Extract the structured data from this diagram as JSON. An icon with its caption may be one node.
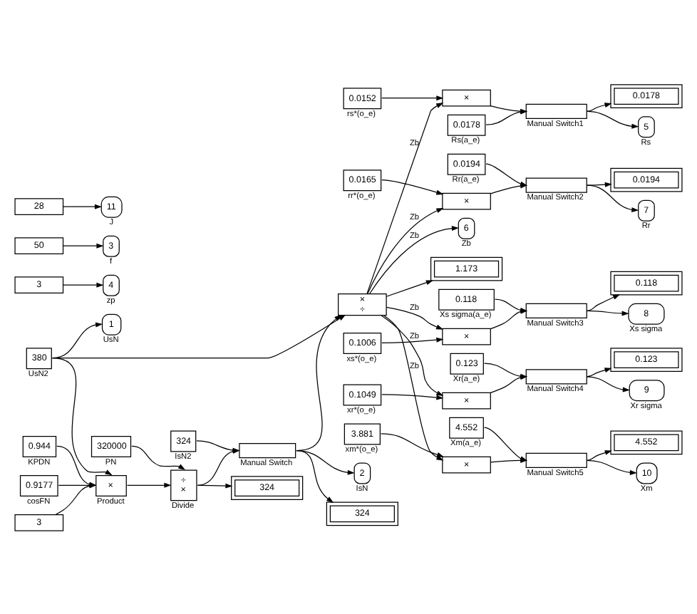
{
  "diagram": {
    "nodes": [
      {
        "text": [
          "380"
        ],
        "beside": [
          "UsN2"
        ]
      },
      {
        "text": [
          "3"
        ]
      },
      {
        "text": [
          "324"
        ],
        "beside": [
          "IsN2"
        ]
      },
      {
        "text": [],
        "shape": "switch",
        "beside": [
          "Manual Switch"
        ]
      },
      {
        "text": [
          "1"
        ],
        "beside": [
          "UsN"
        ]
      },
      {
        "text": [
          "0.944"
        ],
        "beside": [
          "KPDN"
        ]
      },
      {
        "text": [
          "×"
        ],
        "beside": [
          "Product"
        ]
      },
      {
        "text": [
          "÷",
          "×"
        ],
        "beside": [
          "Divide"
        ]
      },
      {
        "text": [
          "×",
          "÷"
        ]
      },
      {
        "text": [
          "324"
        ]
      },
      {
        "text": [
          "2"
        ],
        "beside": [
          "IsN"
        ]
      },
      {
        "text": [
          "0.9177"
        ],
        "beside": [
          "cosFN"
        ]
      },
      {
        "text": [
          "320000"
        ],
        "beside": [
          "PN"
        ]
      },
      {
        "text": [
          "324"
        ]
      },
      {
        "text": [
          "6"
        ],
        "beside": [
          "Zb"
        ]
      },
      {
        "text": [
          "3"
        ]
      },
      {
        "text": [
          "4"
        ],
        "beside": [
          "zp"
        ]
      },
      {
        "text": [
          "1.173"
        ]
      },
      {
        "text": [
          "0.0178"
        ],
        "beside": [
          "Rs(a_e)"
        ]
      },
      {
        "text": [
          "0.0152"
        ],
        "beside": [
          "rs*(o_e)"
        ]
      },
      {
        "text": [
          "×"
        ]
      },
      {
        "text": [],
        "shape": "switch",
        "beside": [
          "Manual Switch1"
        ]
      },
      {
        "text": [
          "0.0178"
        ]
      },
      {
        "text": [
          "5"
        ],
        "beside": [
          "Rs"
        ]
      },
      {
        "text": [
          "0.0194"
        ],
        "beside": [
          "Rr(a_e)"
        ]
      },
      {
        "text": [
          "0.0165"
        ],
        "beside": [
          "rr*(o_e)"
        ]
      },
      {
        "text": [
          "×"
        ]
      },
      {
        "text": [],
        "shape": "switch",
        "beside": [
          "Manual Switch2"
        ]
      },
      {
        "text": [
          "0.0194"
        ]
      },
      {
        "text": [
          "7"
        ],
        "beside": [
          "Rr"
        ]
      },
      {
        "text": [
          "0.118"
        ],
        "beside": [
          "Xs sigma(a_e)"
        ]
      },
      {
        "text": [
          "0.1006"
        ],
        "beside": [
          "xs*(o_e)"
        ]
      },
      {
        "text": [
          "×"
        ]
      },
      {
        "text": [],
        "shape": "switch",
        "beside": [
          "Manual Switch3"
        ]
      },
      {
        "text": [
          "0.118"
        ]
      },
      {
        "text": [
          "8"
        ],
        "beside": [
          "Xs sigma"
        ]
      },
      {
        "text": [
          "0.123"
        ],
        "beside": [
          "Xr(a_e)"
        ]
      },
      {
        "text": [
          "0.1049"
        ],
        "beside": [
          "xr*(o_e)"
        ]
      },
      {
        "text": [
          "×"
        ]
      },
      {
        "text": [],
        "shape": "switch",
        "beside": [
          "Manual Switch4"
        ]
      },
      {
        "text": [
          "0.123"
        ]
      },
      {
        "text": [
          "9"
        ],
        "beside": [
          "Xr sigma"
        ]
      },
      {
        "text": [
          "4.552"
        ],
        "beside": [
          "Xm(a_e)"
        ]
      },
      {
        "text": [
          "3.881"
        ],
        "beside": [
          "xm*(o_e)"
        ]
      },
      {
        "text": [
          "×"
        ]
      },
      {
        "text": [],
        "shape": "switch",
        "beside": [
          "Manual Switch5"
        ]
      },
      {
        "text": [
          "4.552"
        ]
      },
      {
        "text": [
          "10"
        ],
        "beside": [
          "Xm"
        ]
      },
      {
        "text": [
          "50"
        ]
      },
      {
        "text": [
          "3"
        ],
        "beside": [
          "f"
        ]
      },
      {
        "text": [
          "28"
        ]
      },
      {
        "text": [
          "11"
        ],
        "beside": [
          "J"
        ]
      }
    ],
    "edges": [
      {
        "from": 0,
        "to": 6,
        "arrow": "to"
      },
      {
        "from": 0,
        "to": 8,
        "arrow": "to"
      },
      {
        "from": 0,
        "to": 4,
        "arrow": "to"
      },
      {
        "from": 1,
        "to": 6,
        "arrow": "to"
      },
      {
        "from": 5,
        "to": 6,
        "arrow": "to"
      },
      {
        "from": 11,
        "to": 6,
        "arrow": "to"
      },
      {
        "from": 6,
        "to": 7,
        "arrow": "to"
      },
      {
        "from": 12,
        "to": 7,
        "arrow": "to"
      },
      {
        "from": 7,
        "to": 13,
        "arrow": "to"
      },
      {
        "from": 2,
        "to": 3,
        "arrow": "to"
      },
      {
        "from": 7,
        "to": 3,
        "arrow": "to"
      },
      {
        "from": 3,
        "to": 10,
        "arrow": "to"
      },
      {
        "from": 3,
        "to": 9,
        "arrow": "to"
      },
      {
        "from": 3,
        "to": 8,
        "arrow": "to"
      },
      {
        "from": 8,
        "to": 14,
        "arrow": "to",
        "label": "Zb"
      },
      {
        "from": 8,
        "to": 17,
        "arrow": "to"
      },
      {
        "from": 15,
        "to": 16,
        "arrow": "to"
      },
      {
        "from": 8,
        "to": 20,
        "arrow": "to",
        "label": "Zb"
      },
      {
        "from": 19,
        "to": 20,
        "arrow": "to"
      },
      {
        "from": 18,
        "to": 21,
        "arrow": "to"
      },
      {
        "from": 20,
        "to": 21,
        "arrow": "to"
      },
      {
        "from": 21,
        "to": 23,
        "arrow": "to"
      },
      {
        "from": 21,
        "to": 22,
        "arrow": "to"
      },
      {
        "from": 8,
        "to": 26,
        "arrow": "to",
        "label": "Zb"
      },
      {
        "from": 25,
        "to": 26,
        "arrow": "to"
      },
      {
        "from": 24,
        "to": 27,
        "arrow": "to"
      },
      {
        "from": 26,
        "to": 27,
        "arrow": "to"
      },
      {
        "from": 27,
        "to": 29,
        "arrow": "to"
      },
      {
        "from": 27,
        "to": 28,
        "arrow": "to"
      },
      {
        "from": 8,
        "to": 32,
        "arrow": "to",
        "label": "Zb"
      },
      {
        "from": 31,
        "to": 32,
        "arrow": "to"
      },
      {
        "from": 30,
        "to": 33,
        "arrow": "to"
      },
      {
        "from": 32,
        "to": 33,
        "arrow": "to"
      },
      {
        "from": 33,
        "to": 35,
        "arrow": "to"
      },
      {
        "from": 33,
        "to": 34,
        "arrow": "to"
      },
      {
        "from": 8,
        "to": 38,
        "arrow": "to",
        "label": "Zb"
      },
      {
        "from": 37,
        "to": 38,
        "arrow": "to"
      },
      {
        "from": 36,
        "to": 39,
        "arrow": "to"
      },
      {
        "from": 38,
        "to": 39,
        "arrow": "to"
      },
      {
        "from": 39,
        "to": 41,
        "arrow": "to"
      },
      {
        "from": 39,
        "to": 40,
        "arrow": "to"
      },
      {
        "from": 8,
        "to": 44,
        "arrow": "to",
        "label": "Zb"
      },
      {
        "from": 43,
        "to": 44,
        "arrow": "to"
      },
      {
        "from": 42,
        "to": 45,
        "arrow": "to"
      },
      {
        "from": 44,
        "to": 45,
        "arrow": "to"
      },
      {
        "from": 45,
        "to": 47,
        "arrow": "to"
      },
      {
        "from": 45,
        "to": 46,
        "arrow": "to"
      },
      {
        "from": 48,
        "to": 49,
        "arrow": "to"
      },
      {
        "from": 50,
        "to": 51,
        "arrow": "to"
      }
    ]
  }
}
